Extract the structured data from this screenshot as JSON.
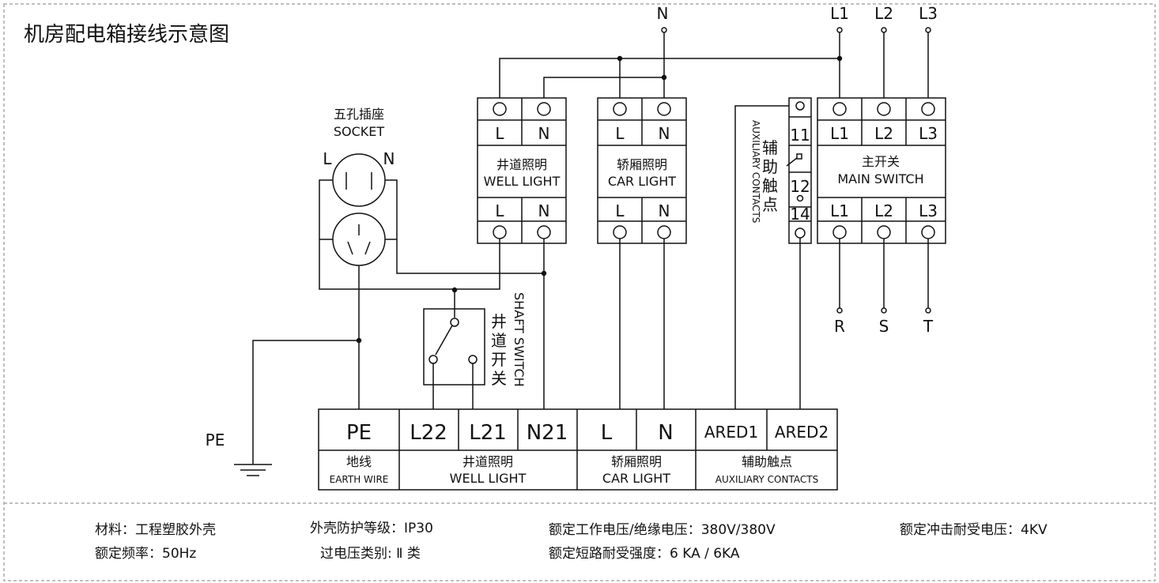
{
  "title": "机房配电箱接线示意图",
  "supply": {
    "n": "N",
    "l1": "L1",
    "l2": "L2",
    "l3": "L3",
    "r": "R",
    "s": "S",
    "t": "T"
  },
  "socket": {
    "cn": "五孔插座",
    "en": "SOCKET",
    "l": "L",
    "n": "N"
  },
  "well_light": {
    "cn": "井道照明",
    "en": "WELL LIGHT",
    "l": "L",
    "n": "N"
  },
  "car_light": {
    "cn": "轿厢照明",
    "en": "CAR LIGHT",
    "l": "L",
    "n": "N"
  },
  "aux": {
    "cn": [
      "辅",
      "助",
      "触",
      "点"
    ],
    "en": "AUXILIARY CONTACTS",
    "t11": "11",
    "t12": "12",
    "t14": "14"
  },
  "main_switch": {
    "cn": "主开关",
    "en": "MAIN SWITCH",
    "top": [
      "L1",
      "L2",
      "L3"
    ],
    "bottom": [
      "L1",
      "L2",
      "L3"
    ]
  },
  "shaft_switch": {
    "cn": [
      "井",
      "道",
      "开",
      "关"
    ],
    "en": "SHAFT SWITCH"
  },
  "pe_label": "PE",
  "terminals": [
    "PE",
    "L22",
    "L21",
    "N21",
    "L",
    "N",
    "ARED1",
    "ARED2"
  ],
  "terminal_groups": [
    {
      "cn": "地线",
      "en": "EARTH WIRE"
    },
    {
      "cn": "井道照明",
      "en": "WELL LIGHT"
    },
    {
      "cn": "轿厢照明",
      "en": "CAR LIGHT"
    },
    {
      "cn": "辅助触点",
      "en": "AUXILIARY CONTACTS"
    }
  ],
  "specs": {
    "material": "材料：工程塑胶外壳",
    "frequency": "额定频率：50Hz",
    "protection": "外壳防护等级：IP30",
    "overvoltage": "过电压类别: Ⅱ 类",
    "voltage": "额定工作电压/绝缘电压：380V/380V",
    "short_circuit": "额定短路耐受强度：6 KA / 6KA",
    "impulse": "额定冲击耐受电压：4KV"
  }
}
